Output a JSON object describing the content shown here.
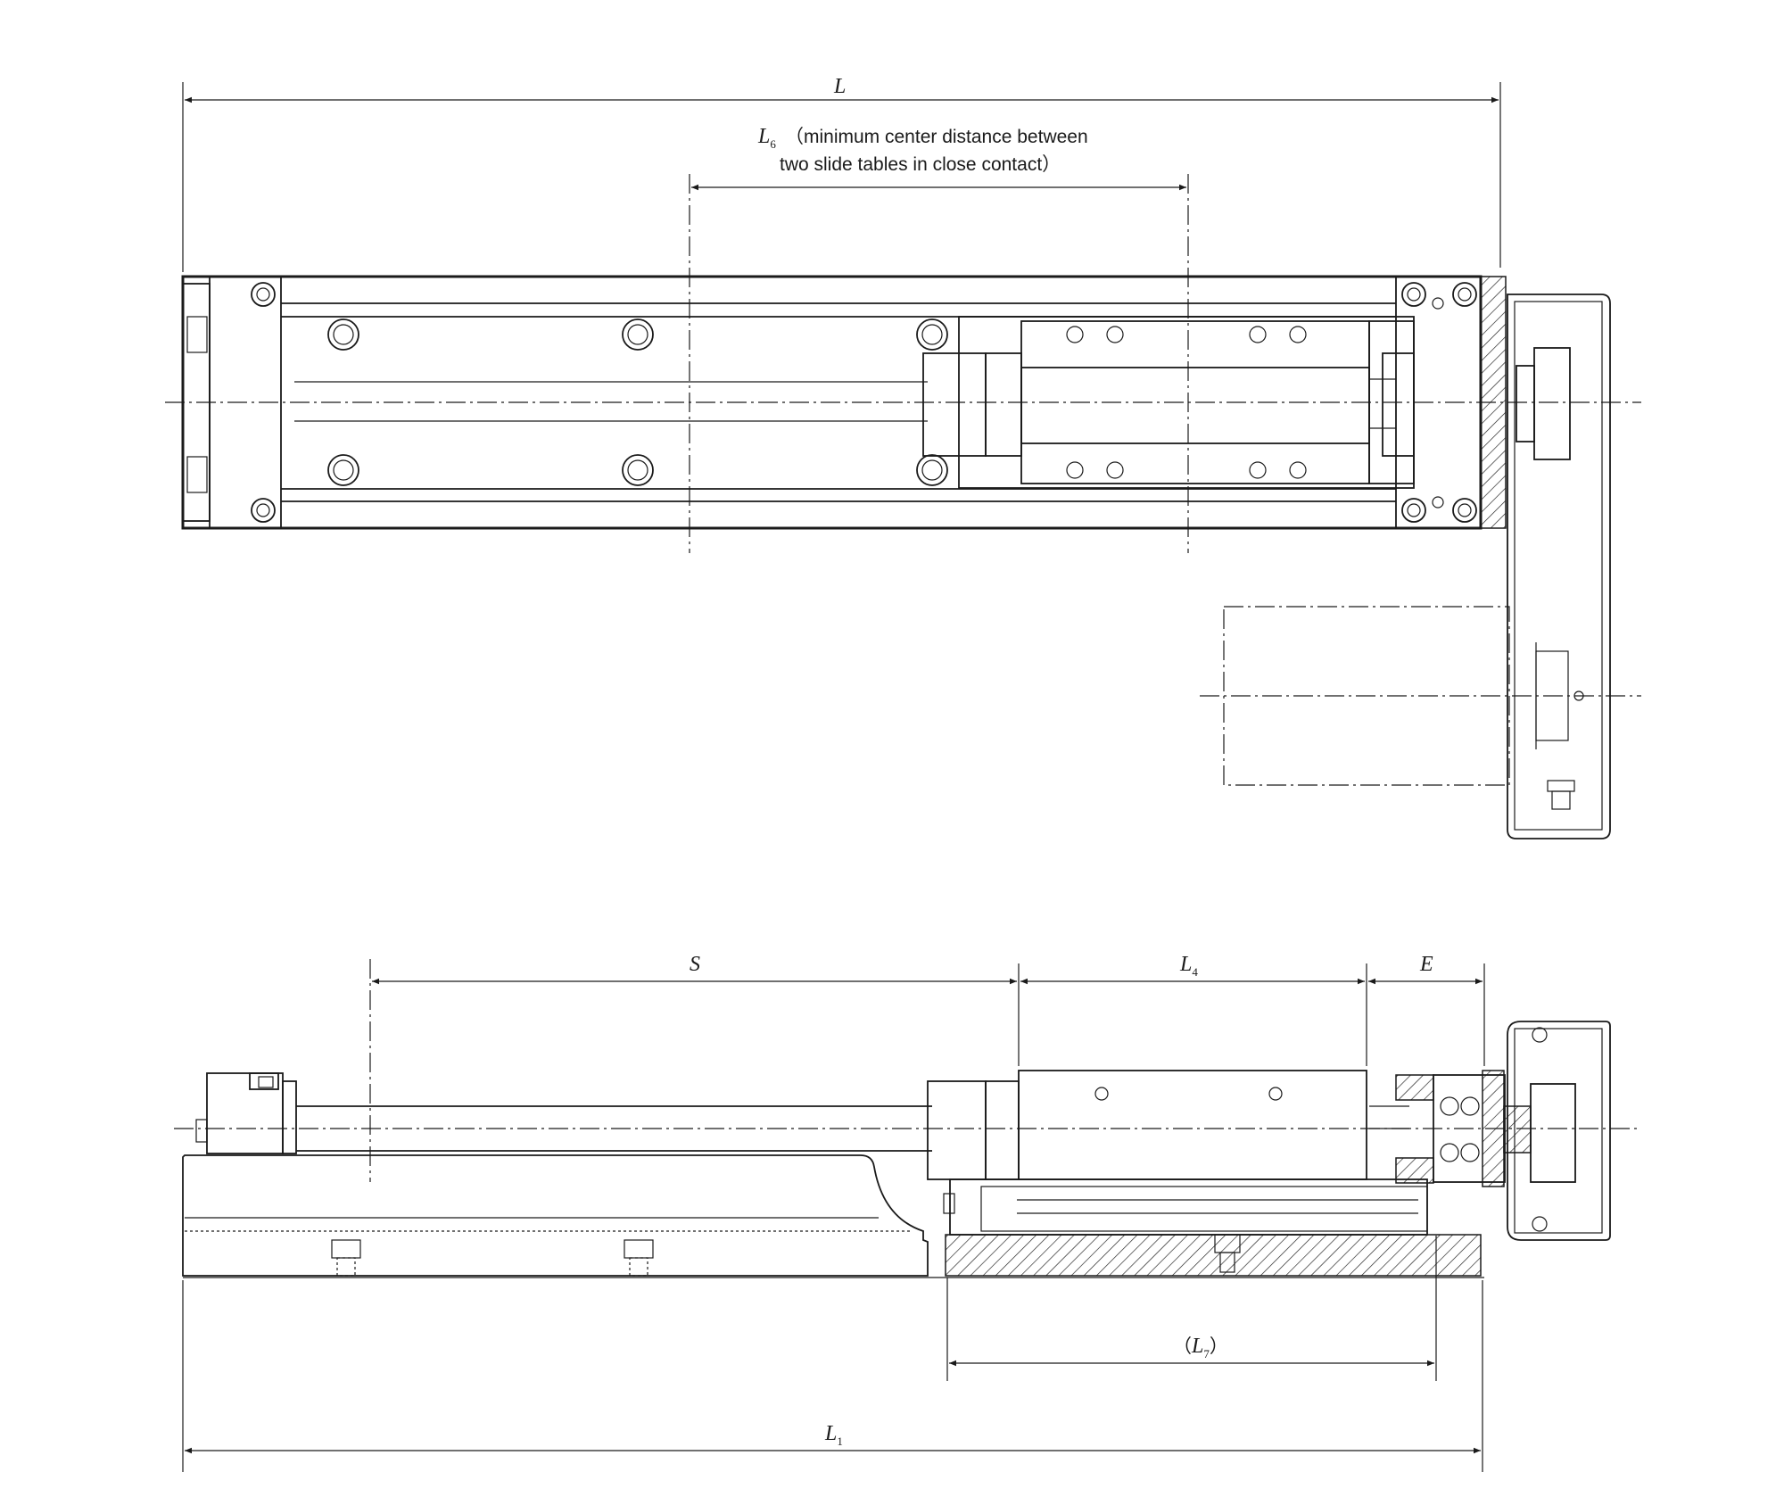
{
  "dimensions": {
    "L": {
      "main": "L",
      "sub": ""
    },
    "L6": {
      "main": "L",
      "sub": "6",
      "note_line1": "（minimum center distance between",
      "note_line2": "two slide tables in close contact）"
    },
    "S": {
      "main": "S",
      "sub": ""
    },
    "L4": {
      "main": "L",
      "sub": "4"
    },
    "E": {
      "main": "E",
      "sub": ""
    },
    "L7": {
      "open": "（",
      "main": "L",
      "sub": "7",
      "close": "）"
    },
    "L1": {
      "main": "L",
      "sub": "1"
    }
  },
  "colors": {
    "line": "#1a1a1a",
    "background": "#ffffff"
  }
}
